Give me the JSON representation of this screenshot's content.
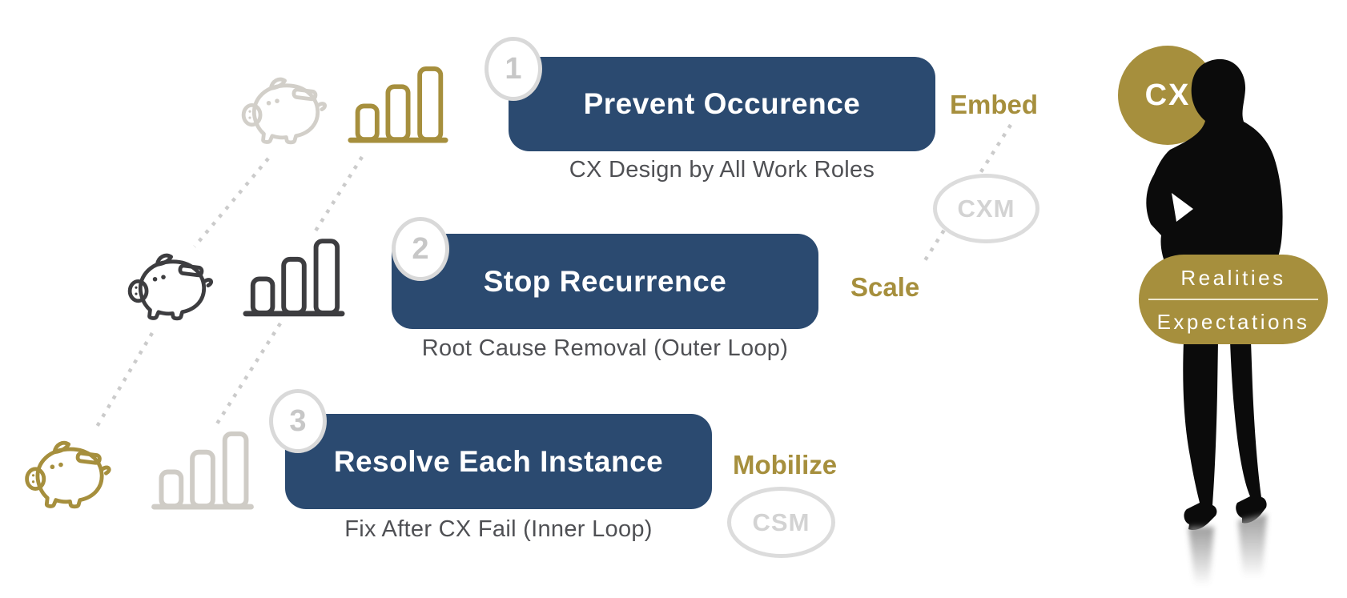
{
  "rows": [
    {
      "number": "1",
      "title": "Prevent Occurence",
      "caption": "CX Design by All Work Roles",
      "side_label": "Embed",
      "piggy_icon_color": "light-gray",
      "bars_icon_color": "gold"
    },
    {
      "number": "2",
      "title": "Stop Recurrence",
      "caption": "Root Cause Removal (Outer Loop)",
      "side_label": "Scale",
      "piggy_icon_color": "dark-gray",
      "bars_icon_color": "dark-gray"
    },
    {
      "number": "3",
      "title": "Resolve Each Instance",
      "caption": "Fix After CX Fail (Inner Loop)",
      "side_label": "Mobilize",
      "piggy_icon_color": "gold",
      "bars_icon_color": "light-gray"
    }
  ],
  "badges": {
    "cxm": "CXM",
    "csm": "CSM"
  },
  "figure": {
    "cx_label": "CX",
    "pill_top_label": "Realities",
    "pill_bottom_label": "Expectations"
  },
  "icons": {
    "piggy": "piggy-bank-icon",
    "bars": "bar-chart-icon",
    "silhouette": "businesswoman-silhouette"
  },
  "colors": {
    "navy": "#2b4a70",
    "gold": "#a68f3d",
    "light_icon": "#d2cfc9",
    "lighter_icon": "#cfccc6",
    "dark_icon": "#3d3d40",
    "circle_gray": "#d9d9d9",
    "number_gray": "#c7c7c7",
    "oval_gray": "#dcdcdc",
    "oval_text": "#d3d3d3",
    "caption_text": "#4f5054",
    "dotted_line": "#cbcbcb",
    "silhouette": "#0b0b0b"
  }
}
